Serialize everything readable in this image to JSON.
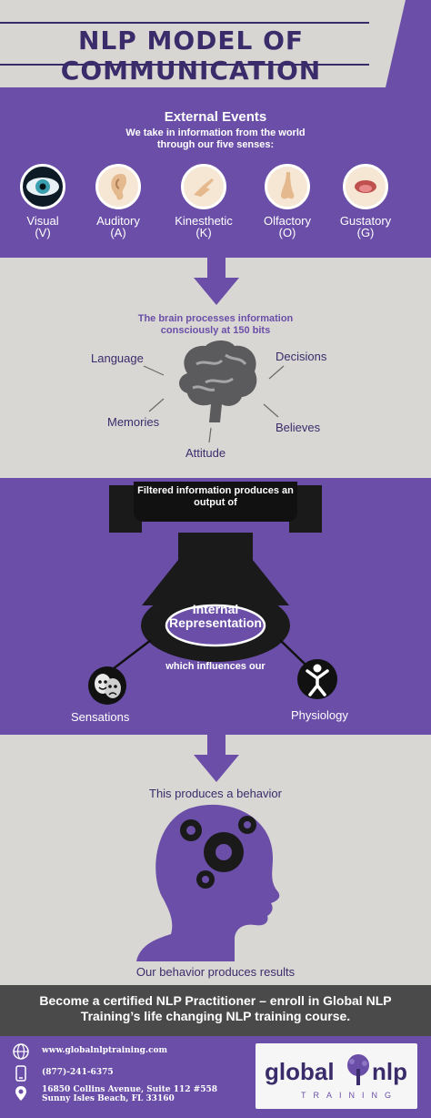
{
  "header": {
    "title": "NLP MODEL OF COMMUNICATION"
  },
  "external": {
    "title": "External Events",
    "subtitle": "We take in information from the world through our five senses:",
    "senses": [
      {
        "label": "Visual\n(V)",
        "icon": "eye-icon"
      },
      {
        "label": "Auditory\n(A)",
        "icon": "ear-icon"
      },
      {
        "label": "Kinesthetic\n(K)",
        "icon": "hand-icon"
      },
      {
        "label": "Olfactory\n(O)",
        "icon": "nose-icon"
      },
      {
        "label": "Gustatory\n(G)",
        "icon": "mouth-icon"
      }
    ]
  },
  "brain": {
    "intro": "The brain processes information consciously at 150 bits",
    "words": [
      "Language",
      "Decisions",
      "Memories",
      "Believes",
      "Attitude"
    ]
  },
  "filter": {
    "box": "Filtered information produces an output of",
    "internal": "Internal Representation",
    "influences": "which influences our",
    "left_label": "Sensations",
    "right_label": "Physiology"
  },
  "behavior": {
    "top": "This produces a behavior",
    "bottom": "Our behavior produces results"
  },
  "cta": "Become a certified NLP Practitioner – enroll in Global NLP Training’s life changing NLP training course.",
  "footer": {
    "website": "www.globalnlptraining.com",
    "phone": "(877)-241-6375",
    "address_line1": "16850 Collins Avenue, Suite 112 #558",
    "address_line2": "Sunny Isles Beach, FL 33160"
  },
  "logo": {
    "global": "global",
    "nlp": "nlp",
    "training": "TRAINING"
  },
  "colors": {
    "purple": "#6a4ea8",
    "dark_purple": "#3a2c6b",
    "gray": "#d9d7d4"
  }
}
